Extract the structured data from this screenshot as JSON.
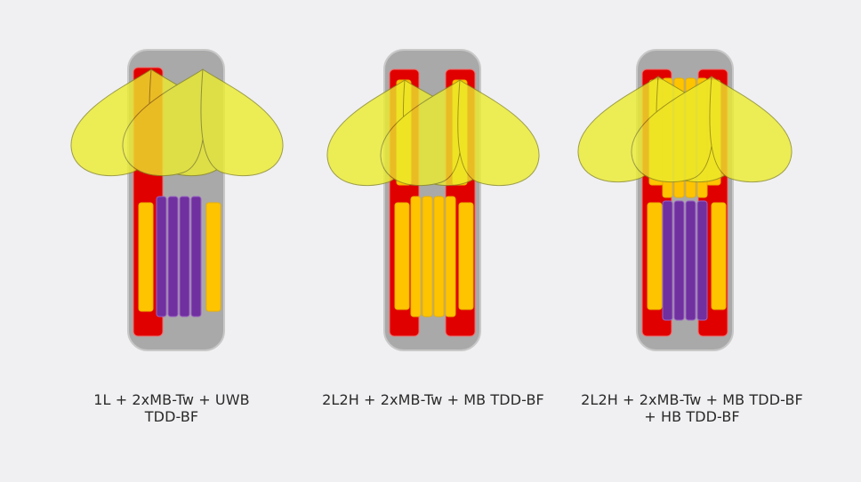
{
  "colors": {
    "background": "#f0f0f2",
    "radome": "#a9a9a9",
    "radome_edge": "#c8c8c8",
    "low_band_element": "#e00000",
    "mid_band_element": "#ffc400",
    "uwb_element": "#7030a0",
    "beam_fill": "#ecec2e",
    "beam_edge": "#8a8a22"
  },
  "configs": [
    {
      "caption_lines": [
        "1L + 2xMB-Tw + UWB",
        "TDD-BF"
      ]
    },
    {
      "caption_lines": [
        "2L2H + 2xMB-Tw + MB TDD-BF"
      ]
    },
    {
      "caption_lines": [
        "2L2H + 2xMB-Tw + MB TDD-BF",
        "+ HB TDD-BF"
      ]
    }
  ]
}
